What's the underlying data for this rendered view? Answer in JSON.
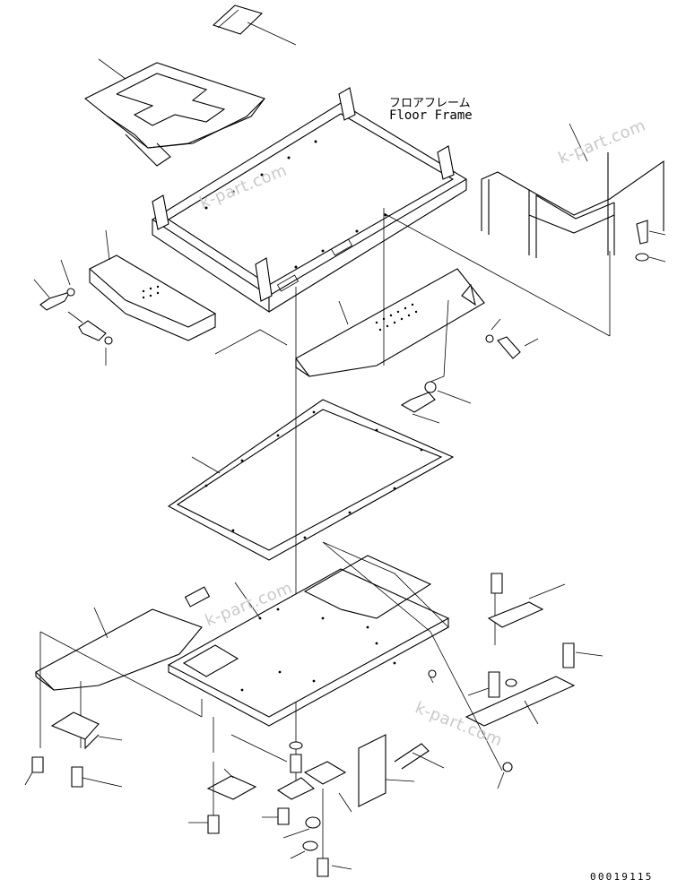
{
  "labels": {
    "floor_frame_jp": "フロアフレーム",
    "floor_frame_en": "Floor Frame"
  },
  "watermark": "k-part.com",
  "document_number": "00019115"
}
